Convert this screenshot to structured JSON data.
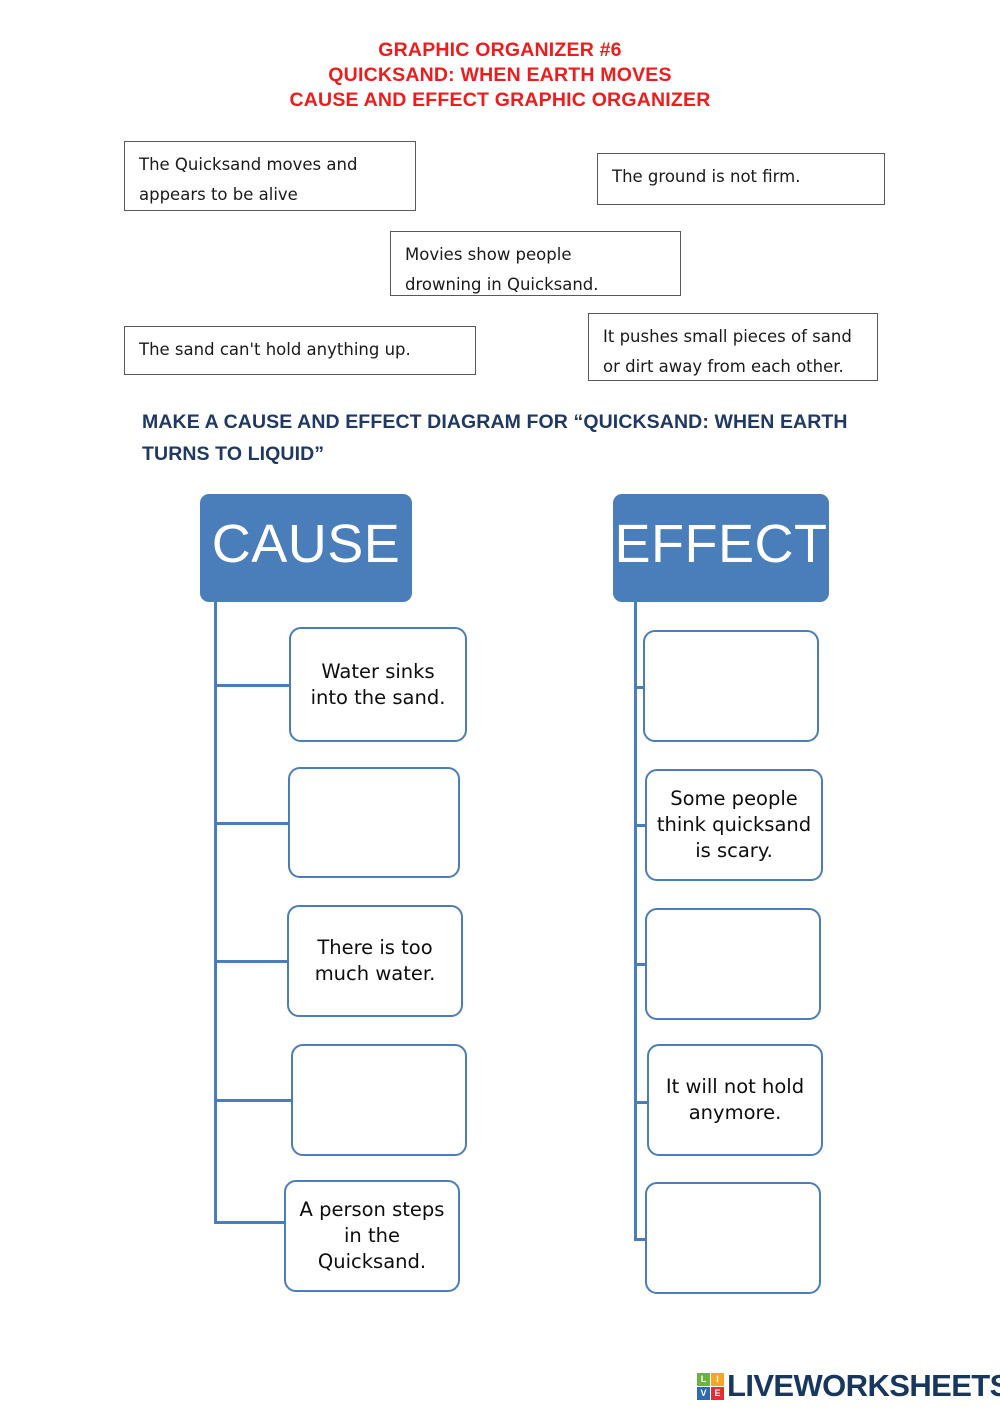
{
  "title": {
    "line1": "GRAPHIC ORGANIZER #6",
    "line2": "QUICKSAND: WHEN EARTH MOVES",
    "line3": "CAUSE AND EFFECT GRAPHIC ORGANIZER",
    "color": "#EE1C1C"
  },
  "word_bank": [
    {
      "line1": "The Quicksand moves and",
      "line2": "appears to be alive"
    },
    {
      "line1": "The ground is not firm.",
      "line2": ""
    },
    {
      "line1": "Movies show people",
      "line2": "drowning in Quicksand."
    },
    {
      "line1": "The sand can't hold anything up.",
      "line2": ""
    },
    {
      "line1": "It pushes small pieces of sand",
      "line2": "or dirt away from each other."
    }
  ],
  "instruction": {
    "text": "MAKE A CAUSE AND EFFECT DIAGRAM FOR “QUICKSAND: WHEN EARTH TURNS TO LIQUID”",
    "color": "#1F3864"
  },
  "diagram": {
    "accent_color": "#4A7EBB",
    "cause": {
      "header": "CAUSE",
      "nodes": [
        {
          "text": "Water sinks\ninto the sand.",
          "filled": true
        },
        {
          "text": "",
          "filled": false
        },
        {
          "text": "There is too\nmuch water.",
          "filled": true
        },
        {
          "text": "",
          "filled": false
        },
        {
          "text": "A person steps\nin the\nQuicksand.",
          "filled": true
        }
      ]
    },
    "effect": {
      "header": "EFFECT",
      "nodes": [
        {
          "text": "",
          "filled": false
        },
        {
          "text": "Some people\nthink quicksand\nis scary.",
          "filled": true
        },
        {
          "text": "",
          "filled": false
        },
        {
          "text": "It will not hold\nanymore.",
          "filled": true
        },
        {
          "text": "",
          "filled": false
        }
      ]
    }
  },
  "footer": {
    "logo_tiles": [
      "L",
      "I",
      "V",
      "E"
    ],
    "logo_text": "LIVEWORKSHEETS",
    "logo_text_color": "#17375E"
  }
}
